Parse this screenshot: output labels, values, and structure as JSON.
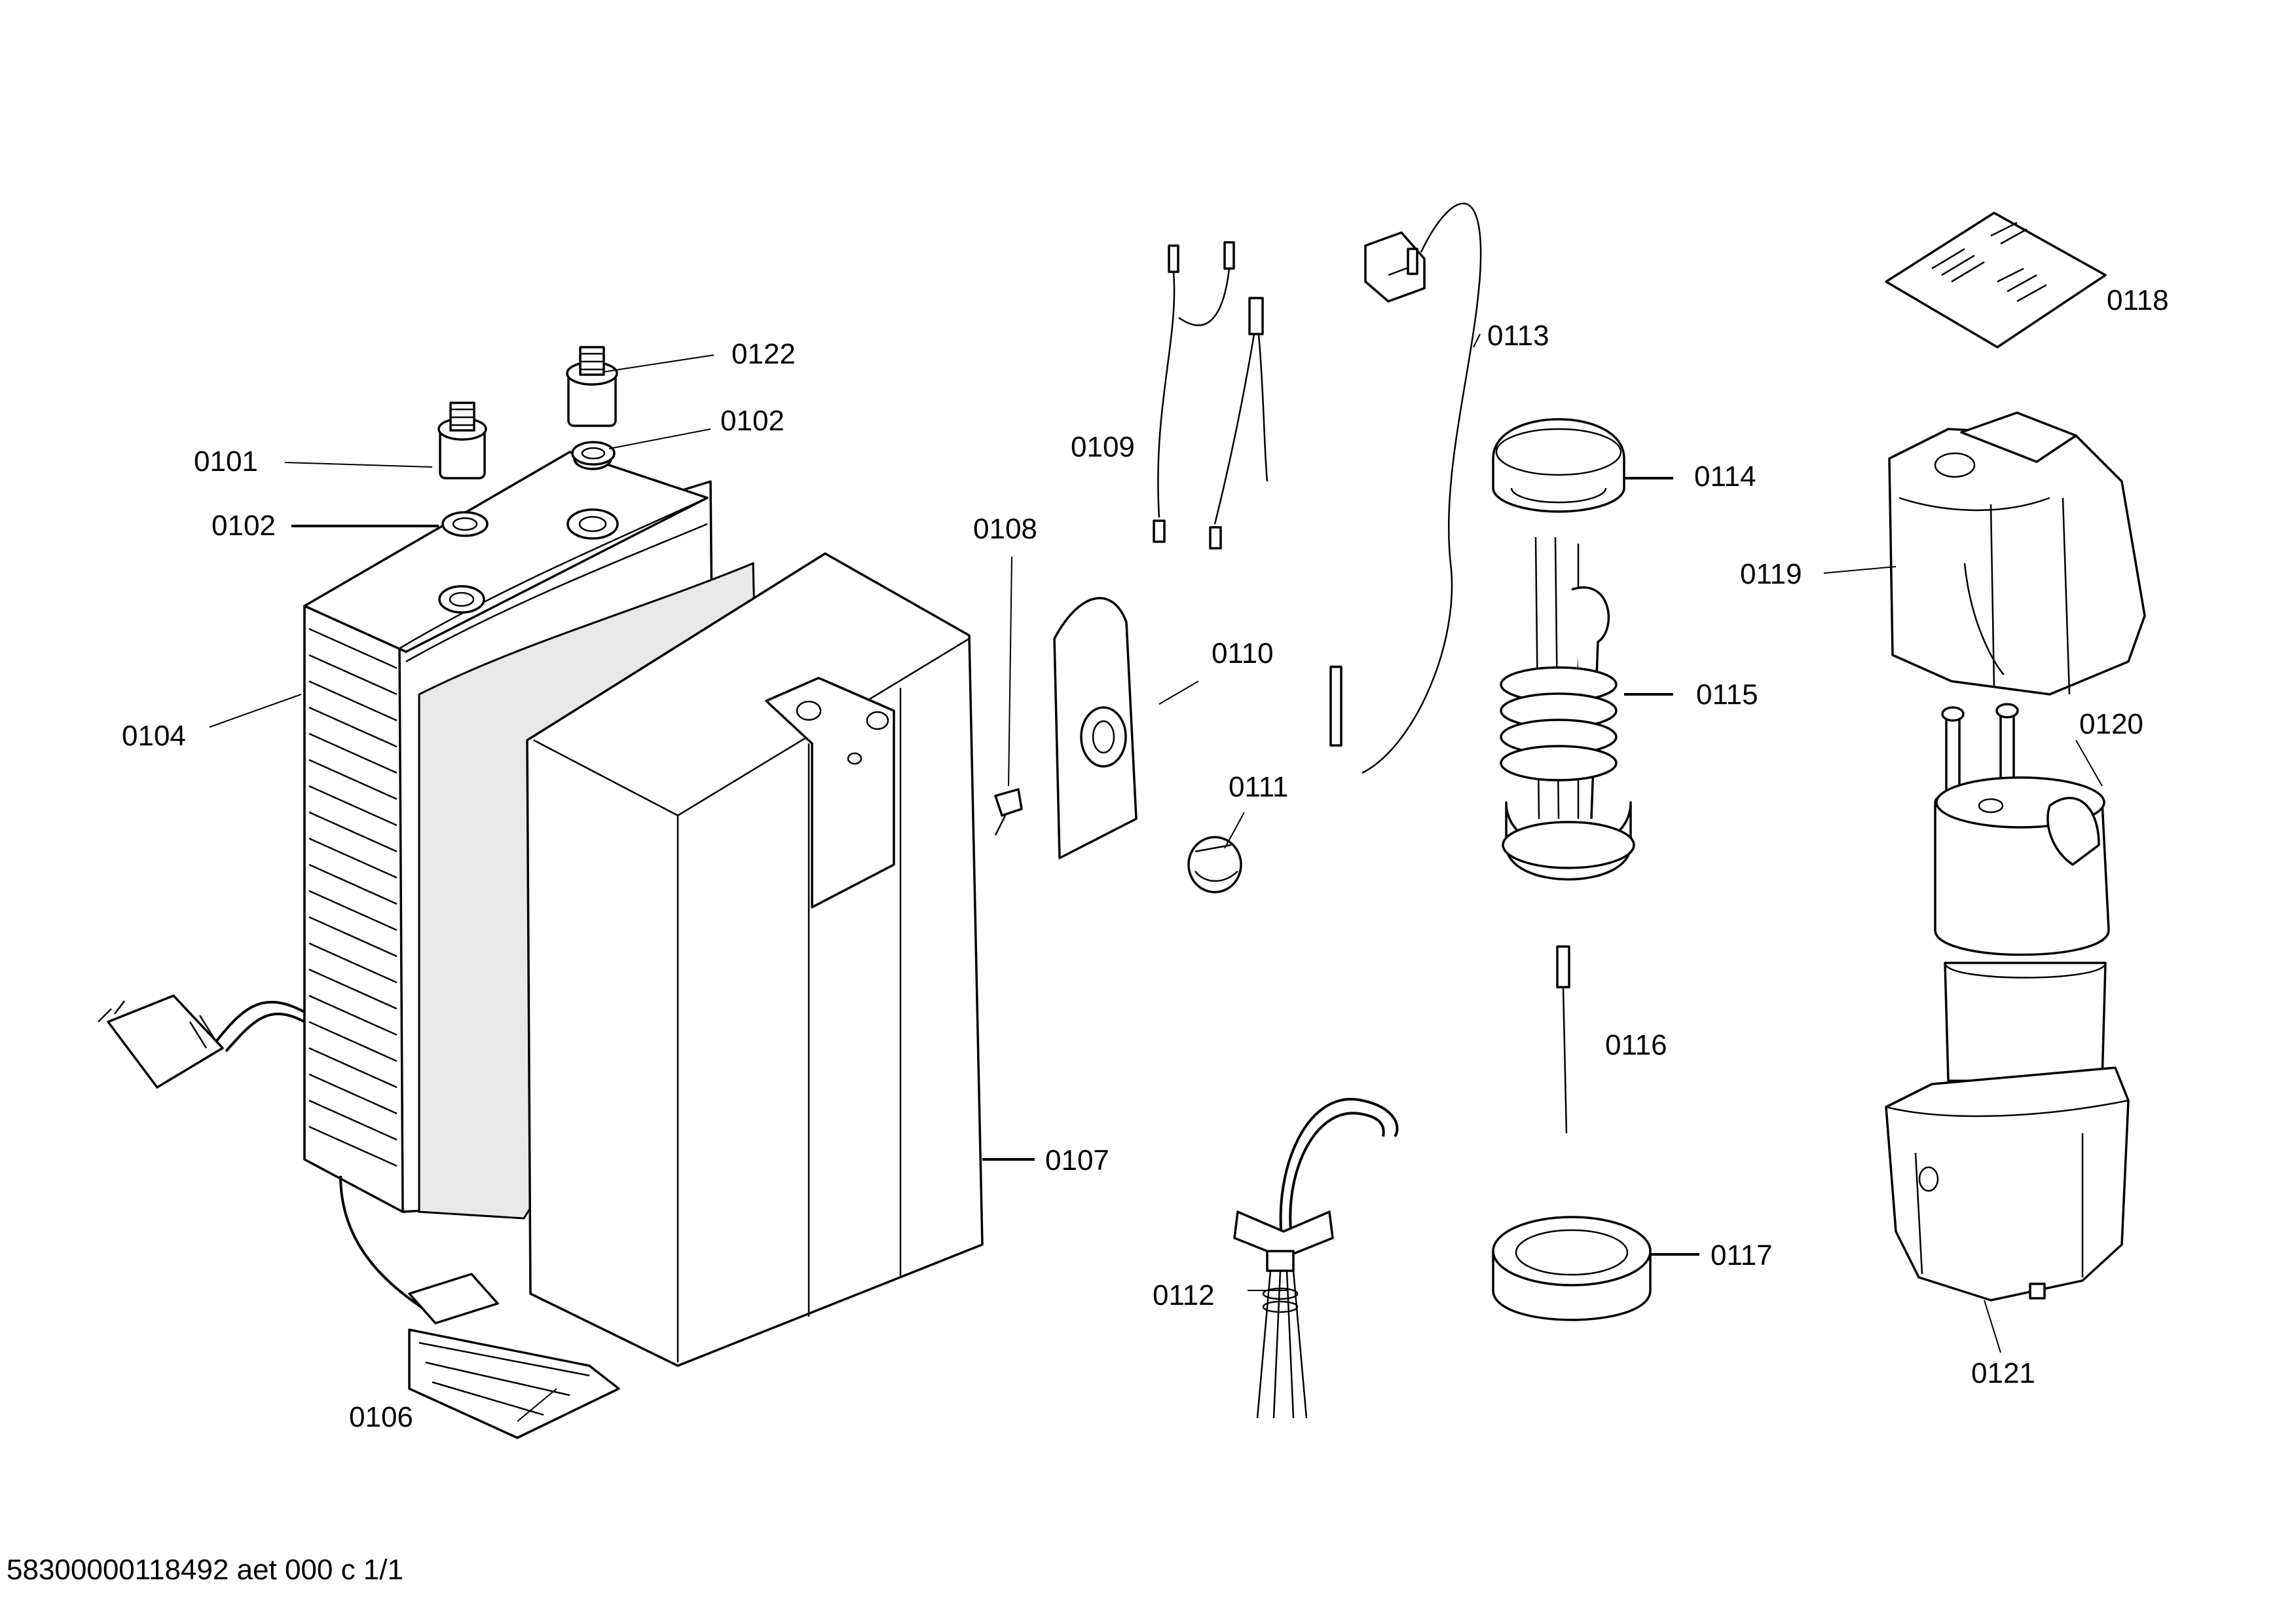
{
  "labels": {
    "p0101": "0101",
    "p0102a": "0102",
    "p0102b": "0102",
    "p0104": "0104",
    "p0106": "0106",
    "p0107": "0107",
    "p0108": "0108",
    "p0109": "0109",
    "p0110": "0110",
    "p0111": "0111",
    "p0112": "0112",
    "p0113": "0113",
    "p0114": "0114",
    "p0115": "0115",
    "p0116": "0116",
    "p0117": "0117",
    "p0118": "0118",
    "p0119": "0119",
    "p0120": "0120",
    "p0121": "0121",
    "p0122": "0122"
  },
  "footer": {
    "doc_id": "58300000118492 aet 000 c 1/1"
  }
}
